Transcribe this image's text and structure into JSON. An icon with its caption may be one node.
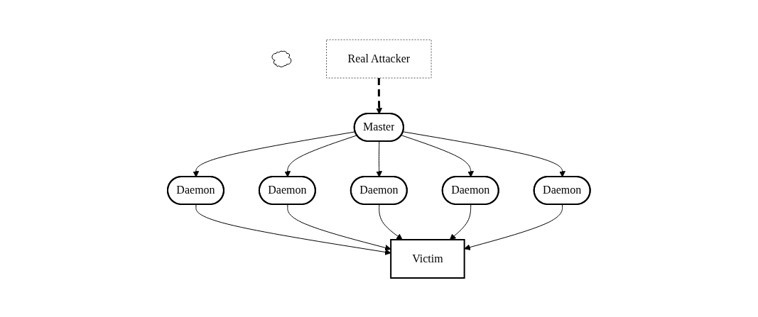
{
  "diagram": {
    "nodes": [
      {
        "text": [
          "Master"
        ]
      },
      {
        "text": [
          "Daemon"
        ]
      },
      {
        "text": [
          "Daemon"
        ]
      },
      {
        "text": [
          "Daemon"
        ]
      },
      {
        "text": [
          "Daemon"
        ]
      },
      {
        "text": [
          "Daemon"
        ]
      },
      {
        "text": [],
        "shape": "cloud"
      },
      {
        "text": [
          "Victim"
        ]
      },
      {
        "text": [
          "Real Attacker"
        ]
      }
    ],
    "edges": [
      {
        "from": 0,
        "to": 1,
        "arrow": "to"
      },
      {
        "from": 0,
        "to": 2,
        "arrow": "to"
      },
      {
        "from": 0,
        "to": 3,
        "arrow": "to"
      },
      {
        "from": 0,
        "to": 4,
        "arrow": "to"
      },
      {
        "from": 0,
        "to": 5,
        "arrow": "to"
      },
      {
        "from": 1,
        "to": 7,
        "arrow": "to"
      },
      {
        "from": 2,
        "to": 7,
        "arrow": "to"
      },
      {
        "from": 3,
        "to": 7,
        "arrow": "to"
      },
      {
        "from": 4,
        "to": 7,
        "arrow": "to"
      },
      {
        "from": 5,
        "to": 7,
        "arrow": "to"
      },
      {
        "from": 8,
        "to": 0,
        "arrow": "to",
        "style": "dashed"
      }
    ]
  }
}
